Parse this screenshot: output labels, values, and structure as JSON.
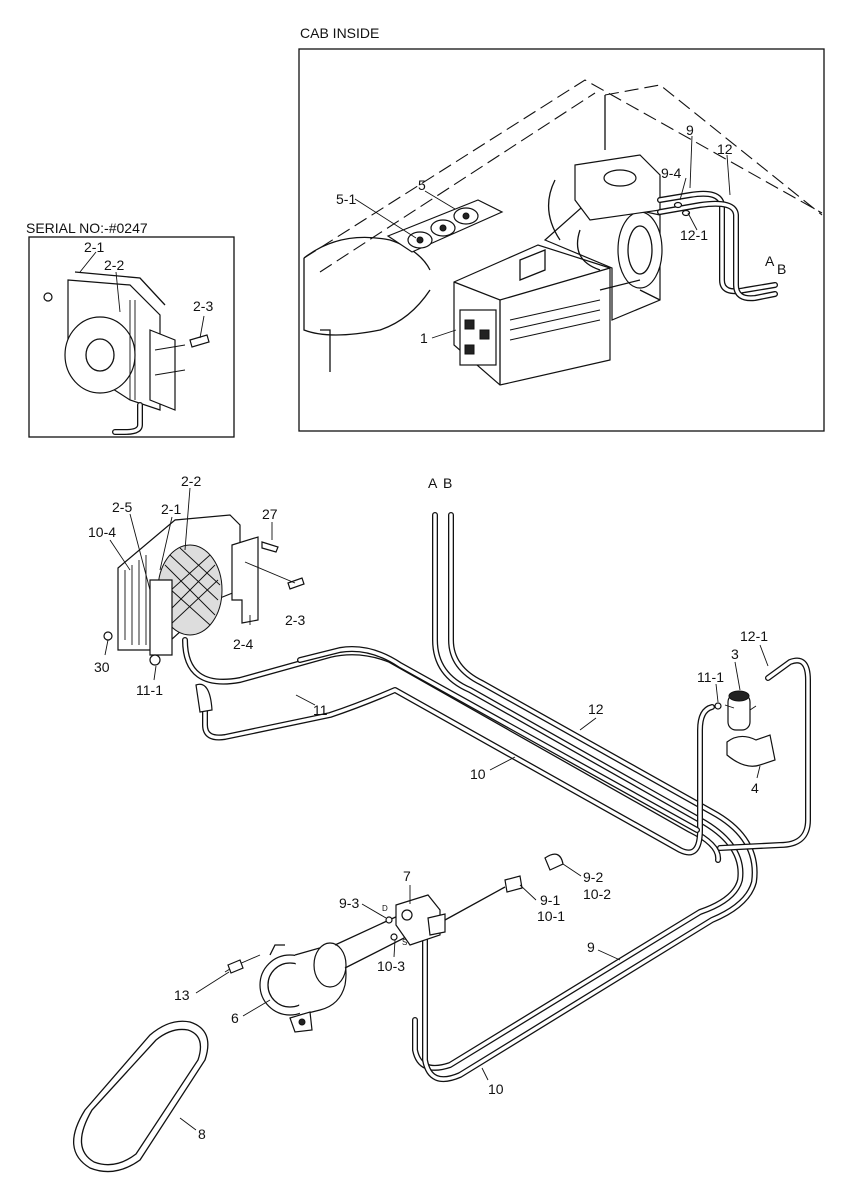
{
  "header": {
    "cab_inside": "CAB INSIDE",
    "serial_no": "SERIAL NO:-#0247"
  },
  "labels": {
    "l1": "1",
    "l2_1_inset": "2-1",
    "l2_2_inset": "2-2",
    "l2_3_inset": "2-3",
    "l2_1": "2-1",
    "l2_2": "2-2",
    "l2_3": "2-3",
    "l2_4": "2-4",
    "l2_5": "2-5",
    "l3": "3",
    "l4": "4",
    "l5": "5",
    "l5_1": "5-1",
    "l6": "6",
    "l7": "7",
    "l8": "8",
    "l9_top": "9",
    "l9": "9",
    "l9_1": "9-1",
    "l9_2": "9-2",
    "l9_3": "9-3",
    "l9_4": "9-4",
    "l10_a": "10",
    "l10_b": "10",
    "l10_1": "10-1",
    "l10_2": "10-2",
    "l10_3": "10-3",
    "l10_4": "10-4",
    "l11": "11",
    "l11_1_left": "11-1",
    "l11_1_right": "11-1",
    "l12_top": "12",
    "l12": "12",
    "l12_1_top": "12-1",
    "l12_1": "12-1",
    "l13": "13",
    "l27": "27",
    "l30": "30",
    "a_top": "A",
    "b_top": "B",
    "a_main": "A",
    "b_main": "B",
    "d_mark": "D",
    "s_mark": "S"
  }
}
